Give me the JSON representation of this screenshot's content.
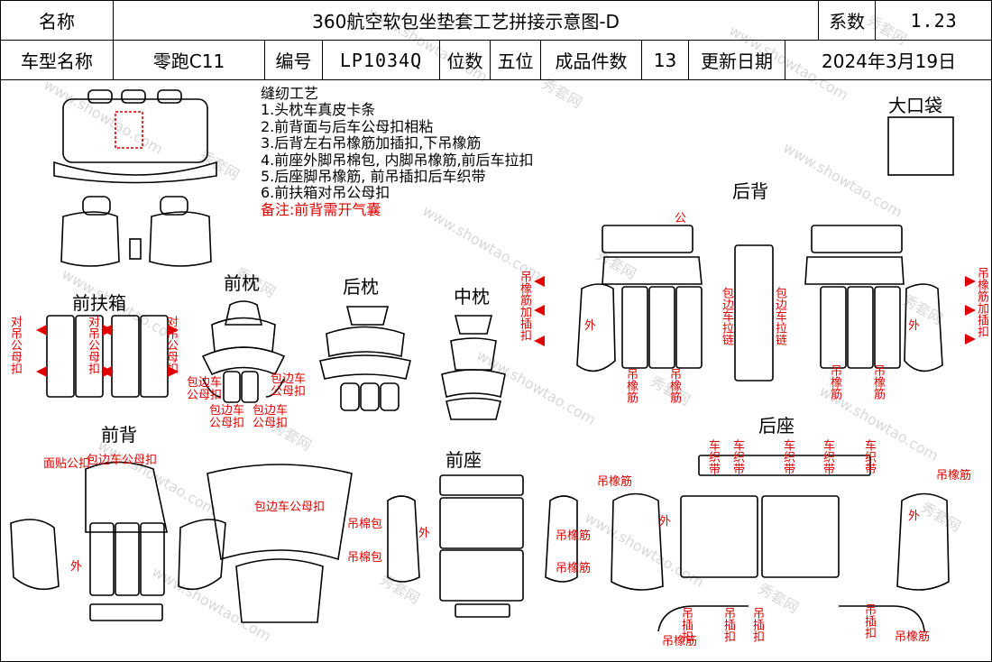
{
  "header": {
    "name_label": "名称",
    "title": "360航空软包坐垫套工艺拼接示意图-D",
    "coef_label": "系数",
    "coef_value": "1.23",
    "model_label": "车型名称",
    "model_value": "零跑C11",
    "code_label": "编号",
    "code_value": "LP1034Q",
    "seats_label": "位数",
    "seats_value": "五位",
    "pieces_label": "成品件数",
    "pieces_value": "13",
    "date_label": "更新日期",
    "date_value": "2024年3月19日"
  },
  "notes": {
    "title": "缝纫工艺",
    "lines": [
      "1.头枕车真皮卡条",
      "2.前背面与后车公母扣相粘",
      "3.后背左右吊橡筋加插扣,下吊橡筋",
      "4.前座外脚吊棉包, 内脚吊橡筋,前后车拉扣",
      "5.后座脚吊橡筋, 前吊插扣后车织带",
      "6.前扶箱对吊公母扣"
    ],
    "remark": "备注:前背需开气囊"
  },
  "sections": {
    "big_pocket": "大口袋",
    "rear_back": "后背",
    "front_armrest": "前扶箱",
    "front_headrest": "前枕",
    "rear_headrest": "后枕",
    "middle_headrest": "中枕",
    "front_back": "前背",
    "front_seat": "前座",
    "rear_seat": "后座"
  },
  "annotations": {
    "pair_hang_snap": "对吊公母扣",
    "hang_rubber_snap": "吊橡筋加插扣",
    "hang_rubber": "吊橡筋",
    "edge_zipper": "包边车拉链",
    "outer": "外",
    "male": "公",
    "edge_snap": "包边车公母扣",
    "face_snap": "面贴公扣",
    "hang_cotton": "吊棉包",
    "car_strap": "车织带",
    "hang_insert": "吊插扣"
  },
  "watermark": {
    "site": "www.showtao.com",
    "brand": "秀套网"
  },
  "colors": {
    "annotation_red": "#e00000",
    "watermark_gray": "#d8d8d8"
  }
}
